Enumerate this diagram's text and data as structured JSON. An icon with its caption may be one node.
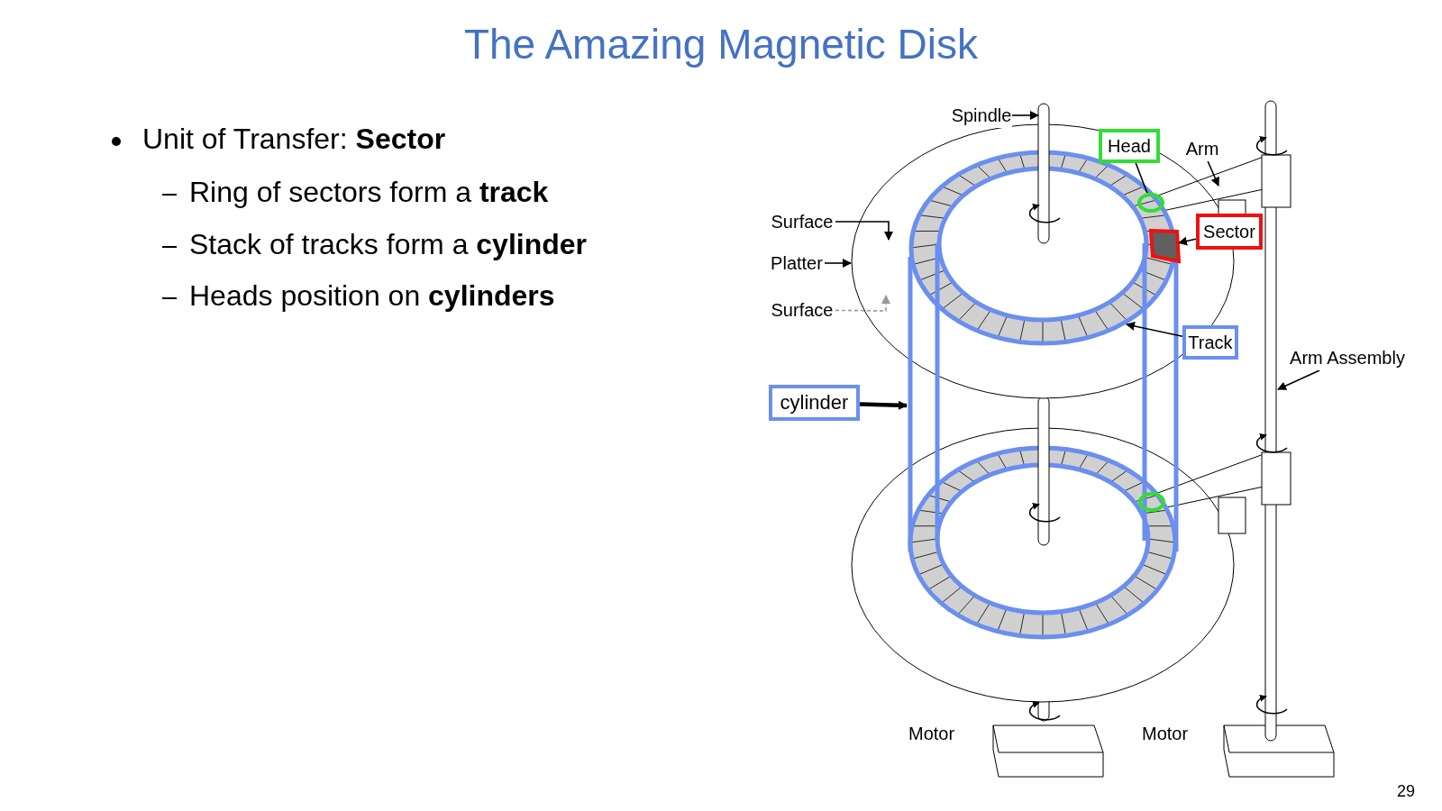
{
  "diagram": {
    "title": "The Amazing Magnetic Disk",
    "nodes": [
      {
        "text": [
          "Spindle"
        ]
      },
      {
        "text": [
          "Head"
        ]
      },
      {
        "text": [],
        "shape": "circle"
      },
      {
        "text": [
          "Arm"
        ]
      },
      {
        "text": [
          "Sector"
        ]
      },
      {
        "text": [],
        "shape": "box"
      },
      {
        "text": [
          "Surface"
        ]
      },
      {
        "text": [
          "Platter"
        ]
      },
      {
        "text": [
          "Surface"
        ]
      },
      {
        "text": [
          "Track"
        ]
      },
      {
        "text": [
          "cylinder"
        ]
      },
      {
        "text": [
          "Arm Assembly"
        ]
      },
      {
        "text": [],
        "shape": "circle"
      }
    ],
    "edges": [
      {
        "from": 0,
        "to": null,
        "arrow": "to"
      },
      {
        "from": 1,
        "to": 2,
        "arrow": "none"
      },
      {
        "from": 3,
        "to": null,
        "arrow": "to"
      },
      {
        "from": 4,
        "to": 5,
        "arrow": "to"
      },
      {
        "from": 6,
        "to": null,
        "arrow": "to"
      },
      {
        "from": 7,
        "to": null,
        "arrow": "to"
      },
      {
        "from": 8,
        "to": null,
        "arrow": "to",
        "style": "dashed",
        "color": "#999999"
      },
      {
        "from": 9,
        "to": null,
        "arrow": "to"
      },
      {
        "from": 10,
        "to": null,
        "arrow": "to",
        "style": "thick"
      },
      {
        "from": 11,
        "to": null,
        "arrow": "to"
      }
    ],
    "labels": [
      "Unit of Transfer: **Sector**",
      "Ring of sectors form a **track**",
      "Stack of tracks form a **cylinder**",
      "Heads position on **cylinders**",
      "Motor",
      "Motor",
      "29"
    ]
  }
}
